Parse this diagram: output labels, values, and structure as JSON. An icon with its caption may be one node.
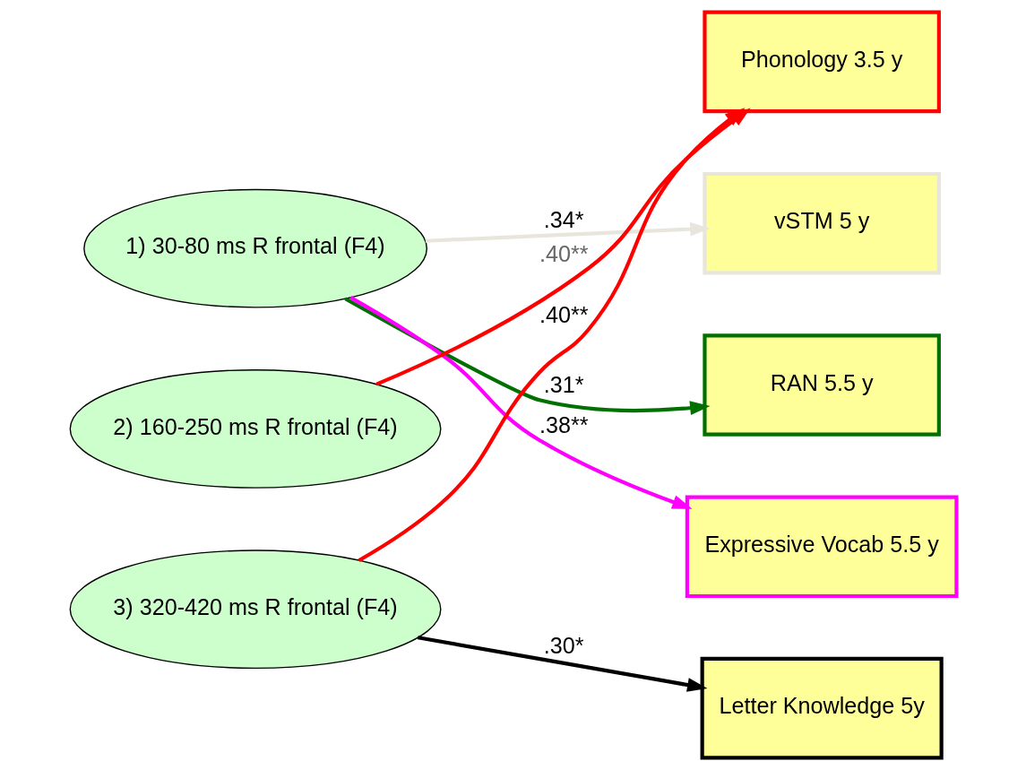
{
  "diagram": {
    "nodes": [
      {
        "text": [
          "1) 30-80 ms R frontal (F4)"
        ]
      },
      {
        "text": [
          "2) 160-250 ms R frontal (F4)"
        ]
      },
      {
        "text": [
          "3) 320-420 ms R frontal (F4)"
        ]
      },
      {
        "text": [
          "Phonology 3.5 y"
        ]
      },
      {
        "text": [
          "vSTM 5 y"
        ]
      },
      {
        "text": [
          "RAN 5.5 y"
        ]
      },
      {
        "text": [
          "Expressive Vocab 5.5 y"
        ]
      },
      {
        "text": [
          "Letter Knowledge 5y"
        ]
      }
    ],
    "edges": [
      {
        "from": 0,
        "to": 4,
        "arrow": "to",
        "label": ".34*",
        "color": "#e8e6dc"
      },
      {
        "from": 0,
        "to": 5,
        "arrow": "to",
        "label": ".31*",
        "color": "#007000"
      },
      {
        "from": 0,
        "to": 6,
        "arrow": "to",
        "label": ".38**",
        "color": "#ff00ff"
      },
      {
        "from": 1,
        "to": 3,
        "arrow": "to",
        "label": ".40**",
        "color": "#ff0000"
      },
      {
        "from": 2,
        "to": 3,
        "arrow": "to",
        "label": ".40**",
        "color": "#ff0000"
      },
      {
        "from": 2,
        "to": 7,
        "arrow": "to",
        "label": ".30*",
        "color": "#000000"
      }
    ]
  }
}
